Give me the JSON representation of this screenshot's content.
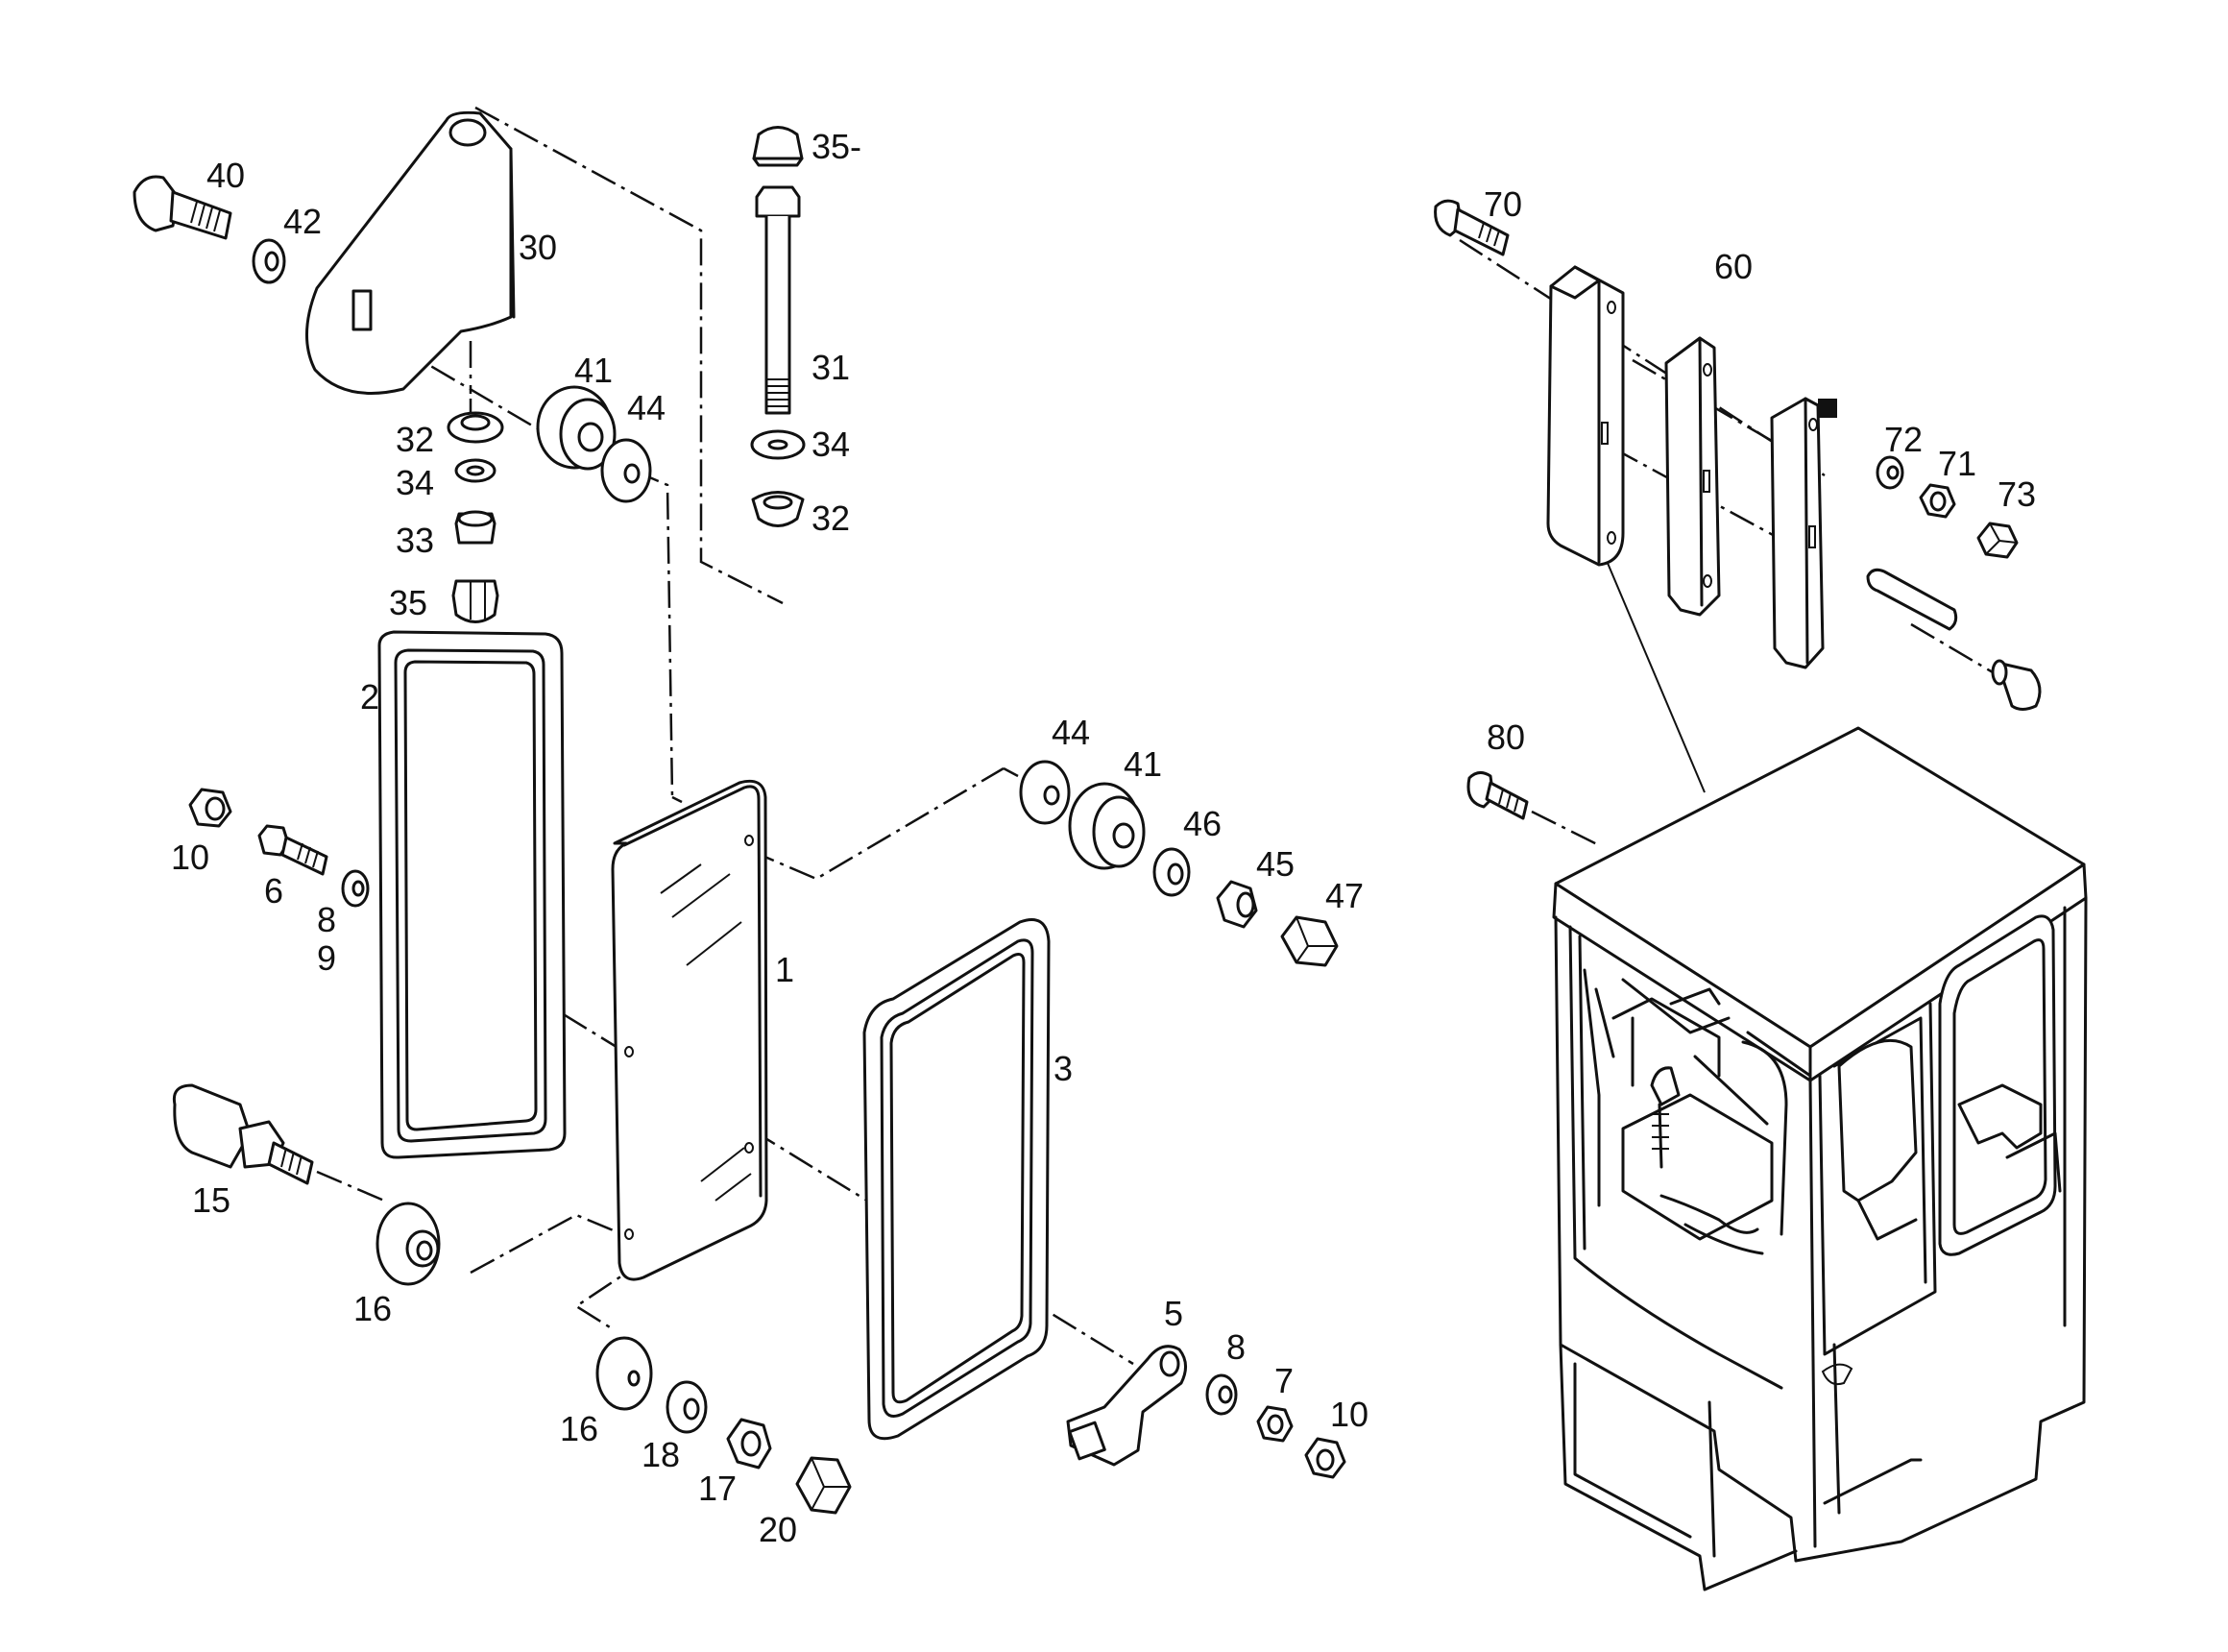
{
  "diagram": {
    "part_labels": [
      "1",
      "2",
      "3",
      "5",
      "6",
      "7",
      "8",
      "8",
      "9",
      "10",
      "10",
      "15",
      "16",
      "16",
      "17",
      "18",
      "20",
      "30",
      "31",
      "32",
      "32",
      "33",
      "34",
      "34",
      "35",
      "35-",
      "40",
      "41",
      "41",
      "42",
      "44",
      "44",
      "45",
      "46",
      "47",
      "60",
      "70",
      "71",
      "72",
      "73",
      "80"
    ]
  }
}
